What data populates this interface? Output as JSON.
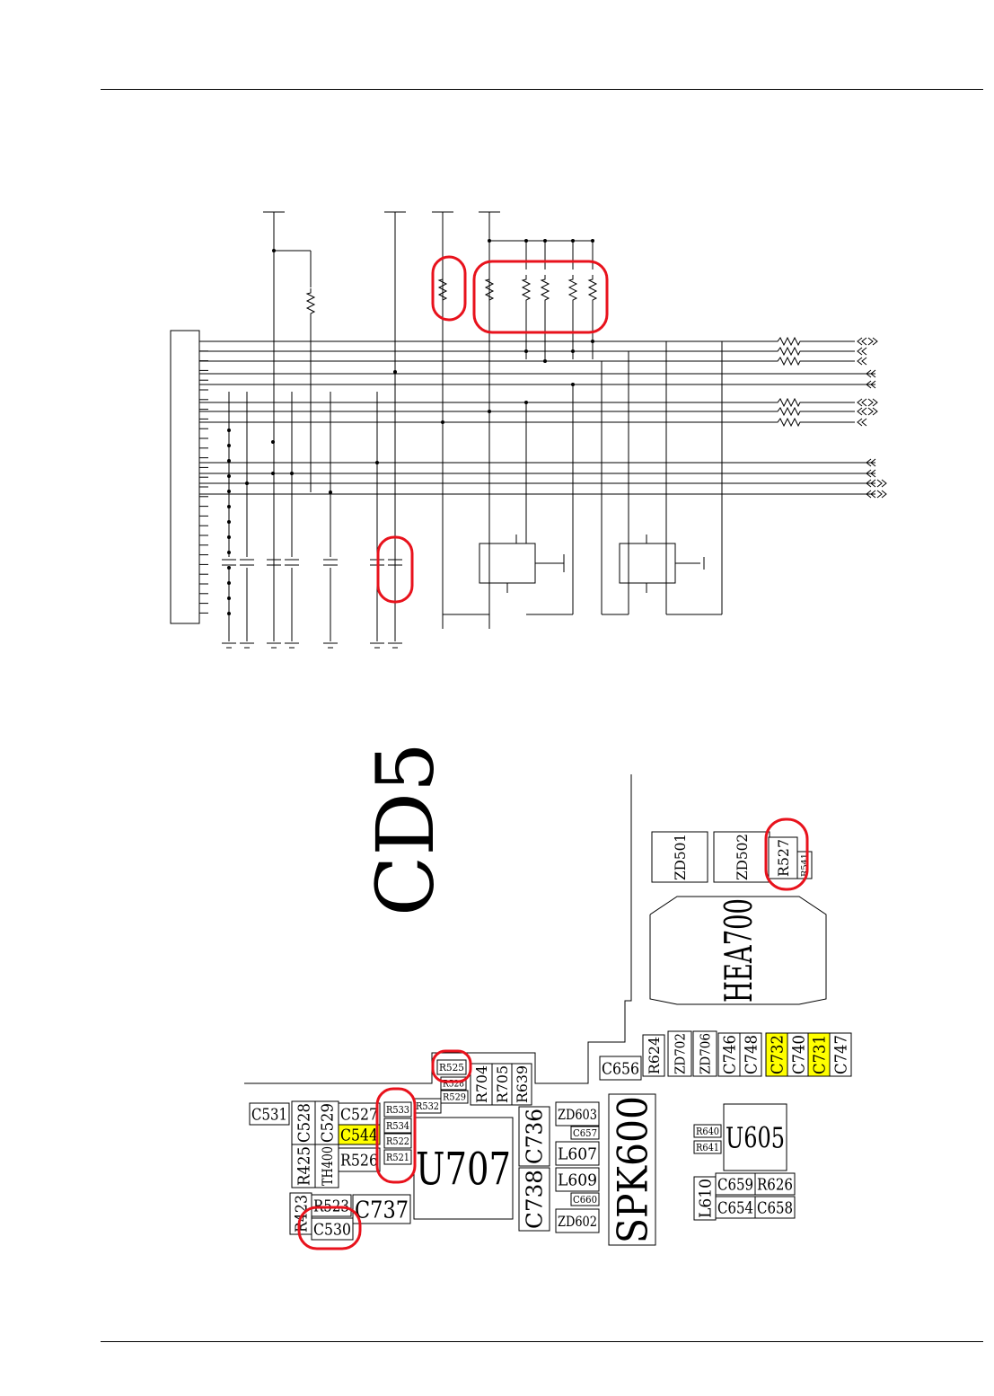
{
  "colors": {
    "line": "#000000",
    "highlight_ring": "#e8121c",
    "highlight_fill": "#ffff00",
    "highlight_text": "#e8121c"
  },
  "board": {
    "board_label": "CD5",
    "components": [
      {
        "id": "ZD501",
        "label": "ZD501",
        "highlighted": false
      },
      {
        "id": "ZD502",
        "label": "ZD502",
        "highlighted": false
      },
      {
        "id": "R527",
        "label": "R527",
        "highlighted": false
      },
      {
        "id": "R541",
        "label": "R541",
        "highlighted": false
      },
      {
        "id": "HEA700",
        "label": "HEA700",
        "highlighted": false
      },
      {
        "id": "C656",
        "label": "C656",
        "highlighted": false
      },
      {
        "id": "R624",
        "label": "R624",
        "highlighted": false
      },
      {
        "id": "ZD702",
        "label": "ZD702",
        "highlighted": false
      },
      {
        "id": "ZD706",
        "label": "ZD706",
        "highlighted": false
      },
      {
        "id": "C746",
        "label": "C746",
        "highlighted": false
      },
      {
        "id": "C748",
        "label": "C748",
        "highlighted": false
      },
      {
        "id": "C732",
        "label": "C732",
        "highlighted": true
      },
      {
        "id": "C740",
        "label": "C740",
        "highlighted": false
      },
      {
        "id": "C731",
        "label": "C731",
        "highlighted": true
      },
      {
        "id": "C747",
        "label": "C747",
        "highlighted": false
      },
      {
        "id": "R525",
        "label": "R525",
        "highlighted": false
      },
      {
        "id": "R528",
        "label": "R528",
        "highlighted": false
      },
      {
        "id": "R529",
        "label": "R529",
        "highlighted": false
      },
      {
        "id": "R704",
        "label": "R704",
        "highlighted": false
      },
      {
        "id": "R705",
        "label": "R705",
        "highlighted": false
      },
      {
        "id": "R639",
        "label": "R639",
        "highlighted": false
      },
      {
        "id": "C531",
        "label": "C531",
        "highlighted": false
      },
      {
        "id": "C528",
        "label": "C528",
        "highlighted": false
      },
      {
        "id": "C529",
        "label": "C529",
        "highlighted": false
      },
      {
        "id": "C527",
        "label": "C527",
        "highlighted": false
      },
      {
        "id": "C544",
        "label": "C544",
        "highlighted": true
      },
      {
        "id": "R526",
        "label": "R526",
        "highlighted": false
      },
      {
        "id": "R425",
        "label": "R425",
        "highlighted": false
      },
      {
        "id": "TH400",
        "label": "TH400",
        "highlighted": false
      },
      {
        "id": "R533",
        "label": "R533",
        "highlighted": false
      },
      {
        "id": "R534",
        "label": "R534",
        "highlighted": false
      },
      {
        "id": "R522",
        "label": "R522",
        "highlighted": false
      },
      {
        "id": "R521",
        "label": "R521",
        "highlighted": false
      },
      {
        "id": "R532",
        "label": "R532",
        "highlighted": false
      },
      {
        "id": "U707",
        "label": "U707",
        "highlighted": false
      },
      {
        "id": "C736",
        "label": "C736",
        "highlighted": false
      },
      {
        "id": "C738",
        "label": "C738",
        "highlighted": false
      },
      {
        "id": "ZD603",
        "label": "ZD603",
        "highlighted": false
      },
      {
        "id": "C657",
        "label": "C657",
        "highlighted": false
      },
      {
        "id": "L607",
        "label": "L607",
        "highlighted": false
      },
      {
        "id": "L609",
        "label": "L609",
        "highlighted": false
      },
      {
        "id": "C660",
        "label": "C660",
        "highlighted": false
      },
      {
        "id": "ZD602",
        "label": "ZD602",
        "highlighted": false
      },
      {
        "id": "SPK600",
        "label": "SPK600",
        "highlighted": false
      },
      {
        "id": "R640",
        "label": "R640",
        "highlighted": false
      },
      {
        "id": "R641",
        "label": "R641",
        "highlighted": false
      },
      {
        "id": "U605",
        "label": "U605",
        "highlighted": false
      },
      {
        "id": "L610",
        "label": "L610",
        "highlighted": false
      },
      {
        "id": "C659",
        "label": "C659",
        "highlighted": false
      },
      {
        "id": "R626",
        "label": "R626",
        "highlighted": false
      },
      {
        "id": "C654",
        "label": "C654",
        "highlighted": false
      },
      {
        "id": "C658",
        "label": "C658",
        "highlighted": false
      },
      {
        "id": "R423",
        "label": "R423",
        "highlighted": false
      },
      {
        "id": "R523",
        "label": "R523",
        "highlighted": false
      },
      {
        "id": "C530",
        "label": "C530",
        "highlighted": false
      },
      {
        "id": "C737",
        "label": "C737",
        "highlighted": false
      }
    ]
  }
}
